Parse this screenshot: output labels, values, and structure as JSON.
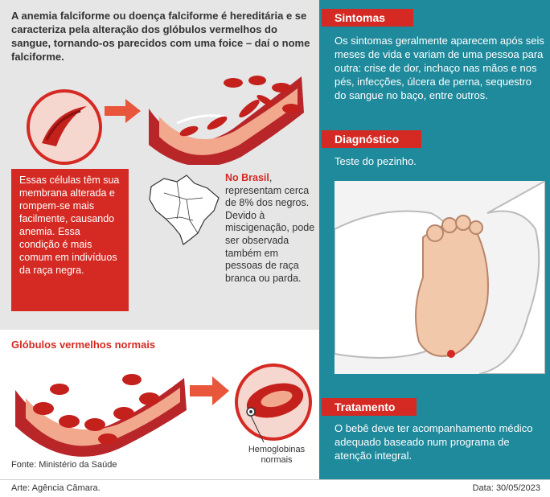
{
  "intro": "A anemia falciforme ou doença falciforme é hereditária e se caracteriza pela alteração dos glóbulos vermelhos do sangue, tornando-os parecidos com uma foice – daí o nome falciforme.",
  "red_box": "Essas células têm sua membrana alterada e rompem-se mais facilmente, causando anemia. Essa condição é mais comum em indivíduos da raça negra.",
  "brasil": {
    "highlight": "No Brasil",
    "text": ", representam cerca de 8% dos negros. Devido à miscigenação, pode ser observada também em pessoas de raça branca ou parda."
  },
  "normal_title": "Glóbulos vermelhos normais",
  "hemoglobin_label": "Hemoglobinas normais",
  "source": "Fonte: Ministério da Saúde",
  "sections": {
    "sintomas": {
      "title": "Sintomas",
      "text": "Os sintomas geralmente aparecem após seis meses de vida e variam de uma pessoa para outra: crise de dor, inchaço nas mãos e nos pés, infecções, úlcera de perna, sequestro do sangue no baço, entre outros."
    },
    "diagnostico": {
      "title": "Diagnóstico",
      "text": "Teste do pezinho."
    },
    "tratamento": {
      "title": "Tratamento",
      "text": "O bebê deve ter acompanhamento médico adequado baseado num programa de atenção integral."
    }
  },
  "footer": {
    "credit": "Arte: Agência Câmara.",
    "date": "Data: 30/05/2023"
  },
  "colors": {
    "red": "#d42a23",
    "teal": "#1f8a9c",
    "gray": "#e6e6e6"
  }
}
